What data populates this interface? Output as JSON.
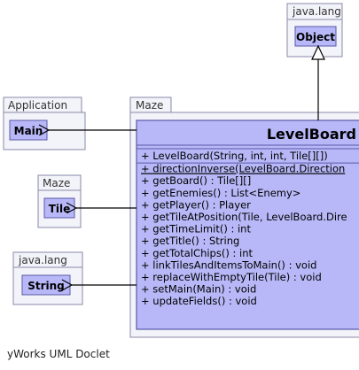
{
  "packages": {
    "java_lang_object": {
      "name": "java.lang",
      "class": "Object"
    },
    "application": {
      "name": "Application",
      "class": "Main"
    },
    "maze_main": {
      "name": "Maze",
      "class": "LevelBoard"
    },
    "maze_tile": {
      "name": "Maze",
      "class": "Tile"
    },
    "java_lang_string": {
      "name": "java.lang",
      "class": "String"
    }
  },
  "level_board": {
    "constructors": [
      {
        "text": "+ LevelBoard(String, int, int, Tile[][])"
      }
    ],
    "static_methods": [
      {
        "text": "+ directionInverse(LevelBoard.Direction"
      }
    ],
    "methods": [
      {
        "text": "+ getBoard() : Tile[][]"
      },
      {
        "text": "+ getEnemies() : List<Enemy>"
      },
      {
        "text": "+ getPlayer() : Player"
      },
      {
        "text": "+ getTileAtPosition(Tile, LevelBoard.Dire"
      },
      {
        "text": "+ getTimeLimit() : int"
      },
      {
        "text": "+ getTitle() : String"
      },
      {
        "text": "+ getTotalChips() : int"
      },
      {
        "text": "+ linkTilesAndItemsToMain() : void"
      },
      {
        "text": "+ replaceWithEmptyTile(Tile) : void"
      },
      {
        "text": "+ setMain(Main) : void"
      },
      {
        "text": "+ updateFields() : void"
      }
    ]
  },
  "footer": "yWorks UML Doclet",
  "colors": {
    "package_fill": "#f3f3fa",
    "package_border": "#8a8aa8",
    "class_fill": "#b8b8f8",
    "class_border": "#5858a8"
  }
}
